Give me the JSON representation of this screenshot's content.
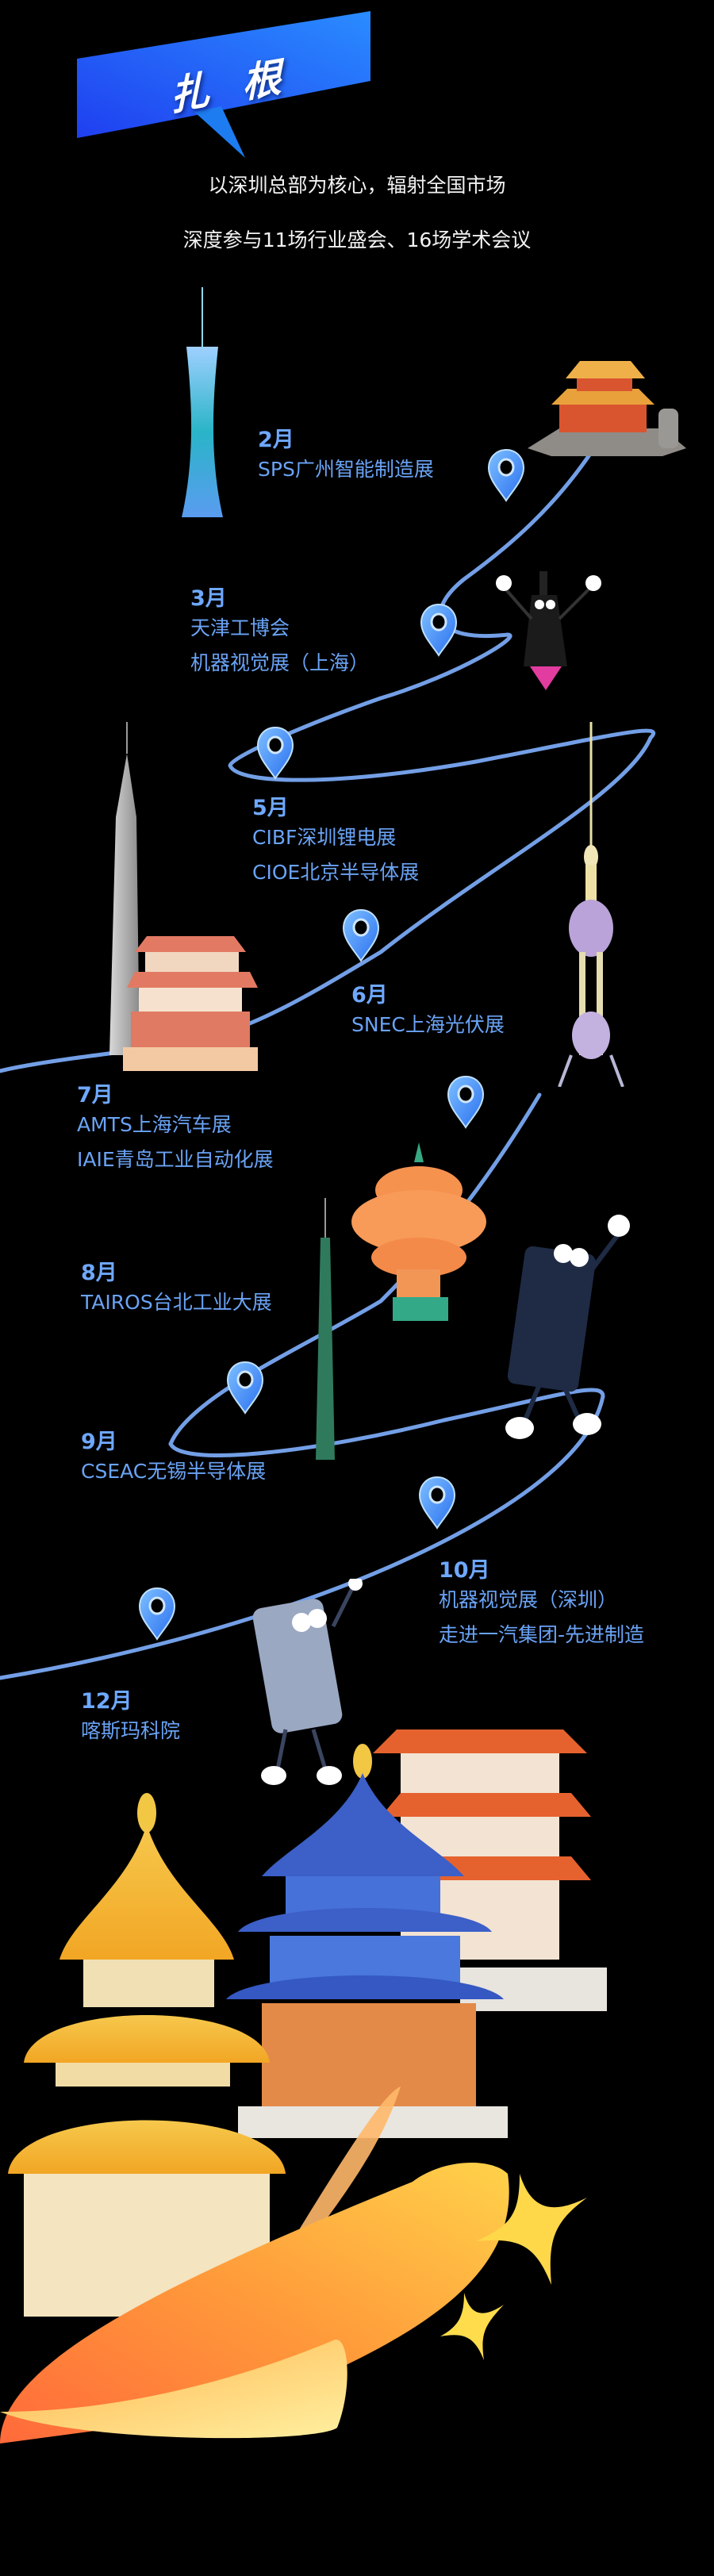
{
  "header": {
    "title": "扎根",
    "title_chars": [
      "扎",
      "根"
    ],
    "subtitle_1": "以深圳总部为核心，辐射全国市场",
    "subtitle_2": "深度参与11场行业盛会、16场学术会议"
  },
  "colors": {
    "background": "#000000",
    "banner_blue": "#1e63f5",
    "banner_light": "#2f8cff",
    "month_text": "#6ea8ff",
    "event_text": "#6aa3f5",
    "path_line": "#7fb0ff",
    "pin_blue": "#3c8cff"
  },
  "timeline": [
    {
      "month": "2月",
      "events": [
        "SPS广州智能制造展"
      ],
      "landmark": "guangzhou-tower"
    },
    {
      "month": "3月",
      "events": [
        "天津工博会",
        "机器视觉展（上海）"
      ],
      "landmark": "temple-on-rock"
    },
    {
      "month": "5月",
      "events": [
        "CIBF深圳锂电展",
        "CIOE北京半导体展"
      ],
      "landmark": "skyscraper-tiananmen"
    },
    {
      "month": "6月",
      "events": [
        "SNEC上海光伏展"
      ],
      "landmark": "oriental-pearl-tower"
    },
    {
      "month": "7月",
      "events": [
        "AMTS上海汽车展",
        "IAIE青岛工业自动化展"
      ],
      "landmark": "qingdao-may-wind"
    },
    {
      "month": "8月",
      "events": [
        "TAIROS台北工业大展"
      ],
      "landmark": "taipei-101"
    },
    {
      "month": "9月",
      "events": [
        "CSEAC无锡半导体展"
      ],
      "landmark": "mascot-sensor"
    },
    {
      "month": "10月",
      "events": [
        "机器视觉展（深圳）",
        "走进一汽集团-先进制造"
      ],
      "landmark": "mascot-sensor"
    },
    {
      "month": "12月",
      "events": [
        "喀斯玛科院"
      ],
      "landmark": "temple-of-heaven"
    }
  ],
  "icons": {
    "pin": "map-pin-icon",
    "sparkle": "sparkle-star-icon"
  }
}
